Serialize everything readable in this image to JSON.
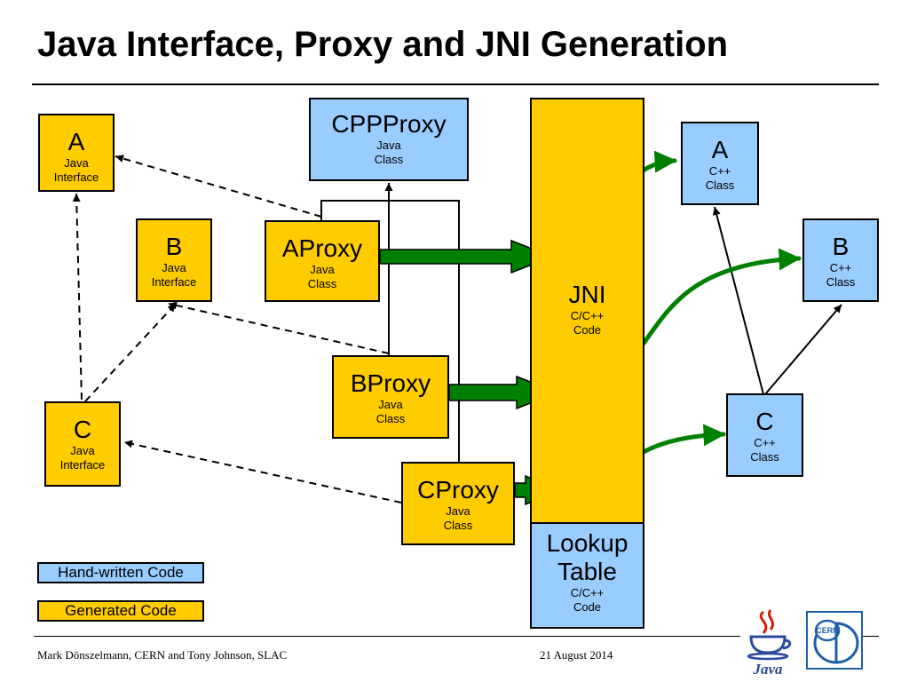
{
  "title": "Java Interface, Proxy and JNI Generation",
  "colors": {
    "generated": "#ffcc00",
    "handwritten": "#99ccff",
    "jni_arrow": "#008000"
  },
  "boxes": {
    "a_interface": {
      "name": "A",
      "sub": "Java\nInterface"
    },
    "b_interface": {
      "name": "B",
      "sub": "Java\nInterface"
    },
    "c_interface": {
      "name": "C",
      "sub": "Java\nInterface"
    },
    "cppproxy": {
      "name": "CPPProxy",
      "sub": "Java\nClass"
    },
    "aproxy": {
      "name": "AProxy",
      "sub": "Java\nClass"
    },
    "bproxy": {
      "name": "BProxy",
      "sub": "Java\nClass"
    },
    "cproxy": {
      "name": "CProxy",
      "sub": "Java\nClass"
    },
    "jni": {
      "name": "JNI",
      "sub": "C/C++\nCode"
    },
    "lookup": {
      "name": "Lookup\nTable",
      "sub": "C/C++\nCode"
    },
    "a_cpp": {
      "name": "A",
      "sub": "C++\nClass"
    },
    "b_cpp": {
      "name": "B",
      "sub": "C++\nClass"
    },
    "c_cpp": {
      "name": "C",
      "sub": "C++\nClass"
    }
  },
  "legend": {
    "handwritten": "Hand-written Code",
    "generated": "Generated Code"
  },
  "footer": {
    "authors": "Mark Dönszelmann, CERN and Tony Johnson, SLAC",
    "date": "21 August 2014"
  },
  "logos": {
    "java": "Java",
    "cern": "CERN"
  }
}
